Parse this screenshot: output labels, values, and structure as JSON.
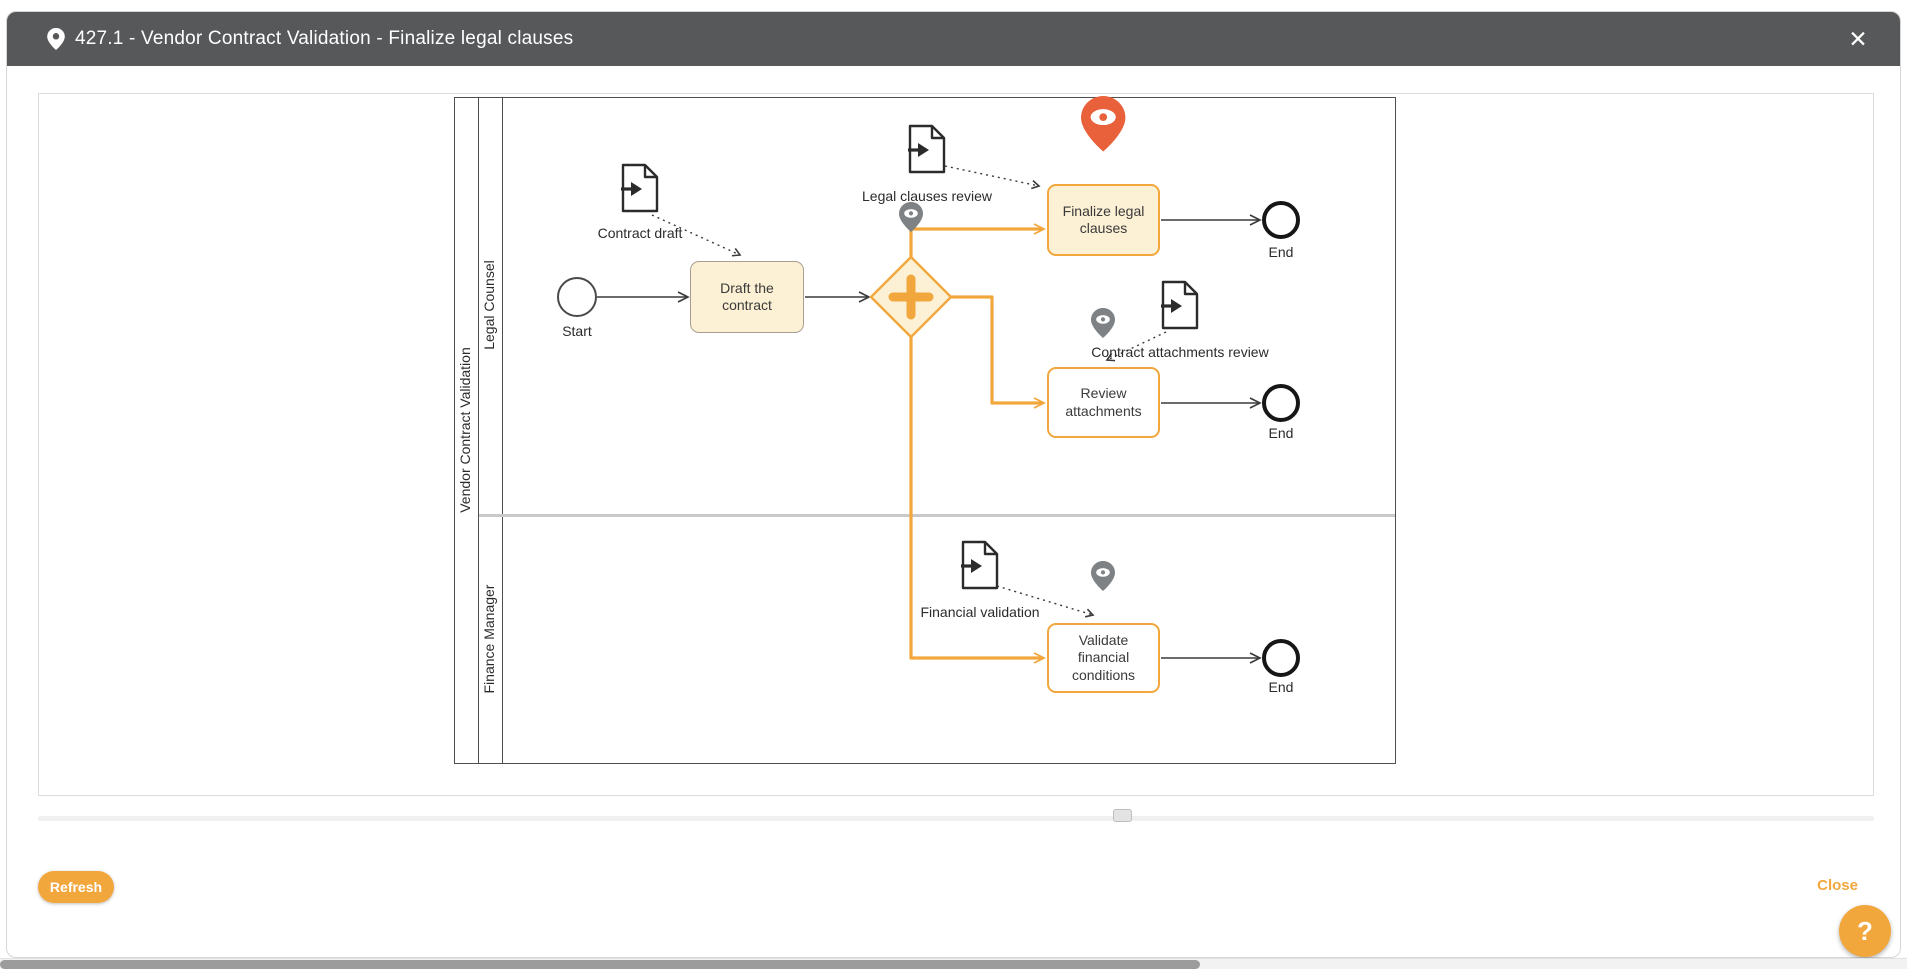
{
  "header": {
    "title": "427.1 - Vendor Contract Validation - Finalize legal clauses",
    "close_icon": "✕"
  },
  "diagram": {
    "pool_label": "Vendor Contract Validation",
    "lanes": {
      "legal": "Legal Counsel",
      "finance": "Finance Manager"
    },
    "events": {
      "start": "Start",
      "end_finalize": "End",
      "end_review": "End",
      "end_validate": "End"
    },
    "tasks": {
      "draft": "Draft the contract",
      "finalize": "Finalize legal clauses",
      "review_attachments": "Review attachments",
      "validate_financial": "Validate financial conditions"
    },
    "artifacts": {
      "contract_draft": "Contract draft",
      "legal_clauses_review": "Legal clauses review",
      "contract_attachments_review": "Contract attachments review",
      "financial_validation": "Financial validation"
    }
  },
  "footer": {
    "refresh": "Refresh",
    "close": "Close",
    "help": "?"
  },
  "colors": {
    "header-bg": "#57585a",
    "accent": "#f2a73d",
    "pin": "#e8613a",
    "task-fill": "#fcf0d5",
    "gray-pin": "#7e8285"
  }
}
